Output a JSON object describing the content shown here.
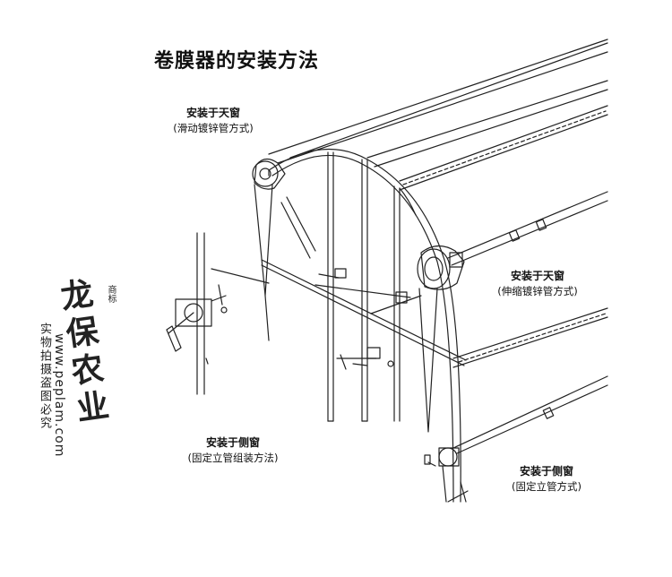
{
  "title": "卷膜器的安装方法",
  "labels": {
    "skylight_slide": {
      "title": "安装于天窗",
      "subtitle": "(滑动镀锌管方式)"
    },
    "skylight_telescopic": {
      "title": "安装于天窗",
      "subtitle": "(伸缩镀锌管方式)"
    },
    "side_assembled": {
      "title": "安装于侧窗",
      "subtitle": "(固定立管组装方法)"
    },
    "side_fixed": {
      "title": "安装于侧窗",
      "subtitle": "(固定立管方式)"
    }
  },
  "watermark": {
    "brand": "龙保农业",
    "subtitle": "实物拍摄盗图必究",
    "url": "www.peplam.com",
    "reg_mark": "商标"
  }
}
